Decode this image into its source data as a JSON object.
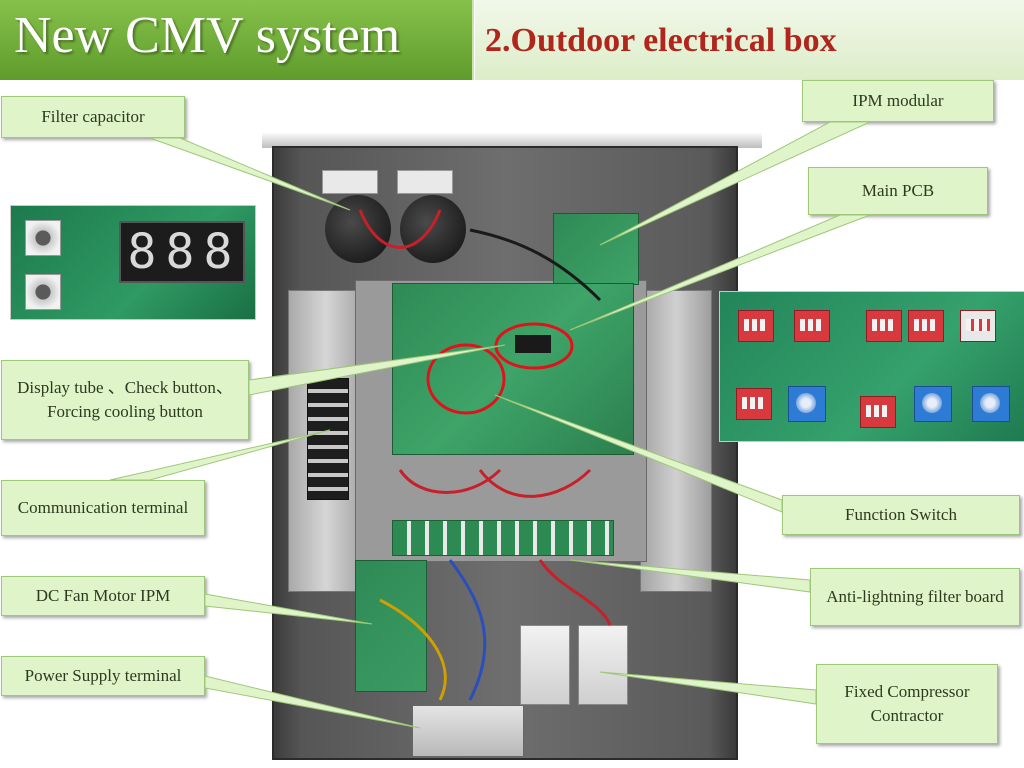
{
  "header": {
    "title": "New CMV system",
    "subtitle": "2.Outdoor electrical box"
  },
  "labels": {
    "filter_capacitor": "Filter capacitor",
    "ipm_modular": "IPM modular",
    "main_pcb": "Main PCB",
    "display_tube": "Display tube 、Check button、Forcing cooling button",
    "communication_terminal": "Communication terminal",
    "function_switch": "Function Switch",
    "dc_fan_motor_ipm": "DC Fan Motor IPM",
    "anti_lightning": "Anti-lightning filter board",
    "power_supply_terminal": "Power Supply terminal",
    "fixed_compressor": "Fixed Compressor Contractor"
  },
  "display_inset": {
    "digits": [
      "8",
      "8",
      "8"
    ]
  },
  "colors": {
    "title_bg": "#6fad38",
    "subtitle_text": "#b0251c",
    "label_bg": "#dff4c8",
    "highlight_ring": "#e0121c"
  }
}
